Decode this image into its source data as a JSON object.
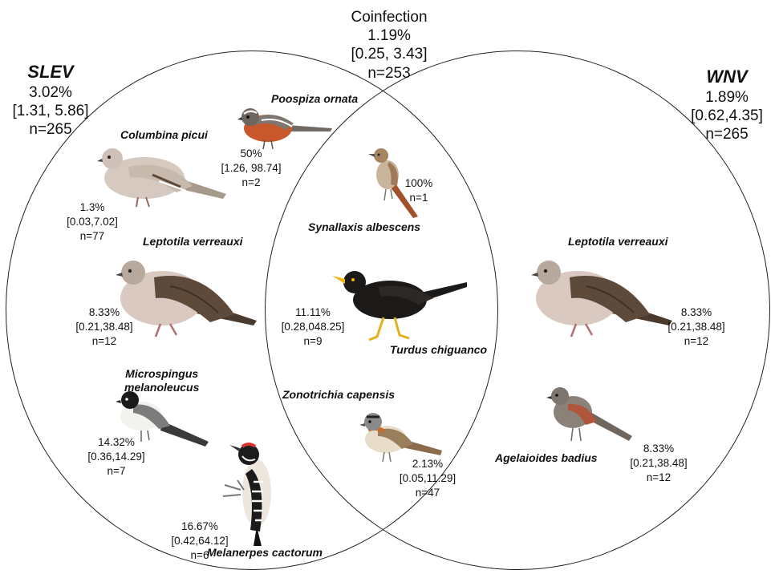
{
  "coinfection": {
    "title": "Coinfection",
    "pct": "1.19%",
    "ci": "[0.25, 3.43]",
    "n": "n=253"
  },
  "slev": {
    "name": "SLEV",
    "pct": "3.02%",
    "ci": "[1.31, 5.86]",
    "n": "n=265"
  },
  "wnv": {
    "name": "WNV",
    "pct": "1.89%",
    "ci": "[0.62,4.35]",
    "n": "n=265"
  },
  "birds": {
    "poospiza": {
      "species": "Poospiza ornata",
      "pct": "50%",
      "ci": "[1.26, 98.74]",
      "n": "n=2"
    },
    "columbina": {
      "species": "Columbina picui",
      "pct": "1.3%",
      "ci": "[0.03,7.02]",
      "n": "n=77"
    },
    "leptotila_slev": {
      "species": "Leptotila verreauxi",
      "pct": "8.33%",
      "ci": "[0.21,38.48]",
      "n": "n=12"
    },
    "microspingus": {
      "species_line1": "Microspingus",
      "species_line2": "melanoleucus",
      "pct": "14.32%",
      "ci": "[0.36,14.29]",
      "n": "n=7"
    },
    "melanerpes": {
      "species": "Melanerpes cactorum",
      "pct": "16.67%",
      "ci": "[0.42,64.12]",
      "n": "n=6"
    },
    "synallaxis": {
      "species": "Synallaxis albescens",
      "pct": "100%",
      "n": "n=1"
    },
    "turdus": {
      "species": "Turdus chiguanco",
      "pct": "11.11%",
      "ci": "[0.28,048.25]",
      "n": "n=9"
    },
    "zonotrichia": {
      "species": "Zonotrichia capensis",
      "pct": "2.13%",
      "ci": "[0.05,11.29]",
      "n": "n=47"
    },
    "leptotila_wnv": {
      "species": "Leptotila verreauxi",
      "pct": "8.33%",
      "ci": "[0.21,38.48]",
      "n": "n=12"
    },
    "agelaioides": {
      "species": "Agelaioides badius",
      "pct": "8.33%",
      "ci": "[0.21,38.48]",
      "n": "n=12"
    }
  },
  "colors": {
    "dove_body": "#b8a99e",
    "dove_wing": "#5e4a3a",
    "dove_breast": "#d9c9c0",
    "turdus_body": "#1c1a18",
    "turdus_beak": "#f2b705",
    "poospiza_breast": "#c8582c",
    "poospiza_back": "#7d7770",
    "agelaioides_body": "#8a8178",
    "agelaioides_wing": "#b0563a",
    "zonotrichia_nape": "#c26b2e",
    "zonotrichia_back": "#9b7e5c"
  }
}
